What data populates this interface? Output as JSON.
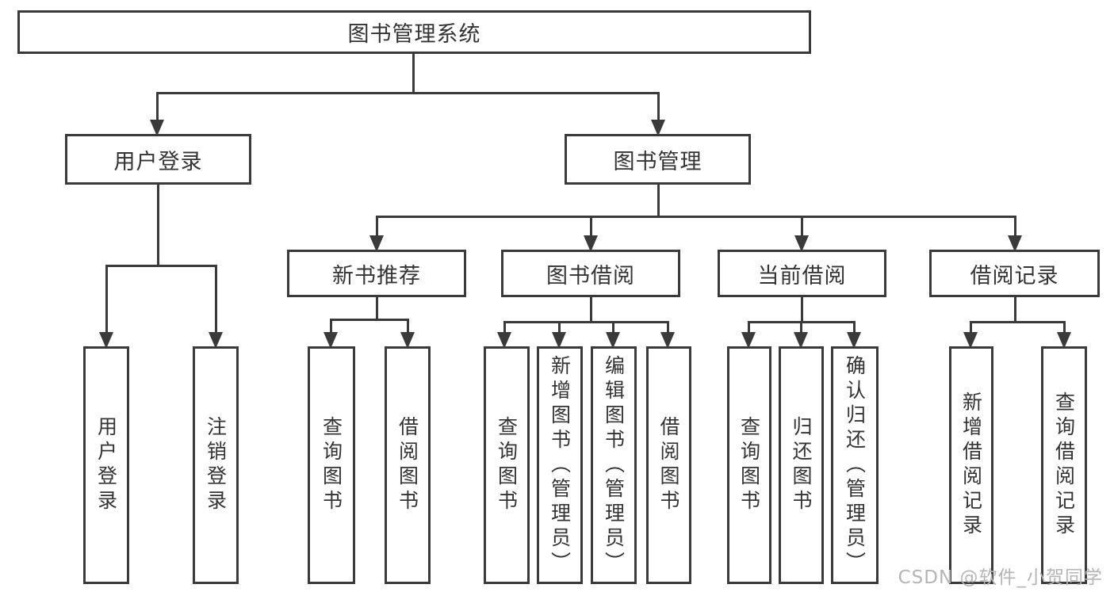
{
  "diagram_type": "hierarchy-tree",
  "colors": {
    "line": "#3a3a3a",
    "text": "#333333",
    "watermark": "#b5b5b5",
    "background": "#ffffff"
  },
  "tree": {
    "label": "图书管理系统",
    "children": [
      {
        "label": "用户登录",
        "children": [
          {
            "label": "用户登录"
          },
          {
            "label": "注销登录"
          }
        ]
      },
      {
        "label": "图书管理",
        "children": [
          {
            "label": "新书推荐",
            "children": [
              {
                "label": "查询图书"
              },
              {
                "label": "借阅图书"
              }
            ]
          },
          {
            "label": "图书借阅",
            "children": [
              {
                "label": "查询图书"
              },
              {
                "label": "新增图书（管理员）"
              },
              {
                "label": "编辑图书（管理员）"
              },
              {
                "label": "借阅图书"
              }
            ]
          },
          {
            "label": "当前借阅",
            "children": [
              {
                "label": "查询图书"
              },
              {
                "label": "归还图书"
              },
              {
                "label": "确认归还（管理员）"
              }
            ]
          },
          {
            "label": "借阅记录",
            "children": [
              {
                "label": "新增借阅记录"
              },
              {
                "label": "查询借阅记录"
              }
            ]
          }
        ]
      }
    ]
  },
  "watermark": {
    "text": "CSDN @软件_小贺同学"
  }
}
